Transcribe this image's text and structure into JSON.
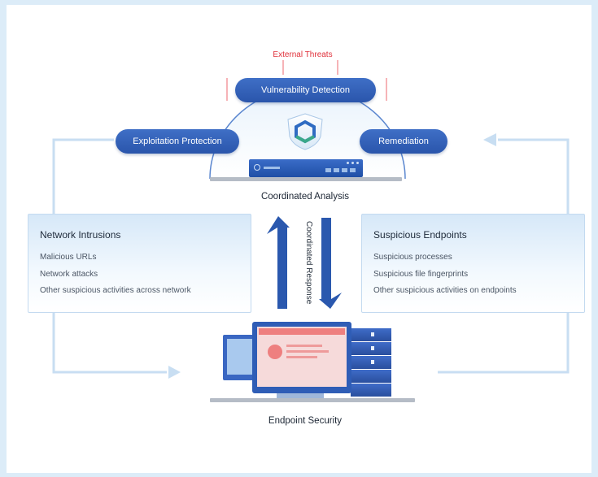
{
  "diagram": {
    "external_threats": "External Threats",
    "pills": {
      "vulnerability_detection": "Vulnerability Detection",
      "exploitation_protection": "Exploitation Protection",
      "remediation": "Remediation"
    },
    "coordinated_analysis": "Coordinated Analysis",
    "coordinated_response": "Coordinated Response",
    "endpoint_security": "Endpoint Security",
    "network_intrusions": {
      "title": "Network Intrusions",
      "items": [
        "Malicious URLs",
        "Network attacks",
        "Other suspicious activities across network"
      ]
    },
    "suspicious_endpoints": {
      "title": "Suspicious Endpoints",
      "items": [
        "Suspicious processes",
        "Suspicious file fingerprints",
        "Other suspicious activities on endpoints"
      ]
    }
  },
  "colors": {
    "accent": "#2f5fb8",
    "threat": "#e0303a",
    "panel": "#d6e8f8"
  }
}
